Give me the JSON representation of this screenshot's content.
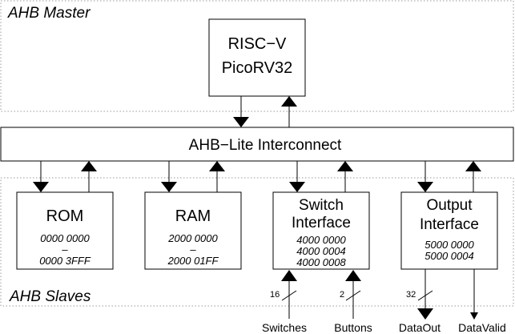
{
  "regions": {
    "master_label": "AHB Master",
    "slaves_label": "AHB Slaves"
  },
  "cpu": {
    "line1": "RISC−V",
    "line2": "PicoRV32"
  },
  "interconnect": {
    "label": "AHB−Lite Interconnect"
  },
  "slaves": [
    {
      "title1": "ROM",
      "title2": "",
      "addrs": [
        "0000 0000",
        "–",
        "0000 3FFF"
      ]
    },
    {
      "title1": "RAM",
      "title2": "",
      "addrs": [
        "2000 0000",
        "–",
        "2000 01FF"
      ]
    },
    {
      "title1": "Switch",
      "title2": "Interface",
      "addrs": [
        "4000 0000",
        "4000 0004",
        "4000 0008"
      ]
    },
    {
      "title1": "Output",
      "title2": "Interface",
      "addrs": [
        "5000 0000",
        "5000 0004"
      ]
    }
  ],
  "io": {
    "switches": {
      "label": "Switches",
      "width": "16"
    },
    "buttons": {
      "label": "Buttons",
      "width": "2"
    },
    "dataout": {
      "label": "DataOut",
      "width": "32"
    },
    "datavalid": {
      "label": "DataValid"
    }
  }
}
